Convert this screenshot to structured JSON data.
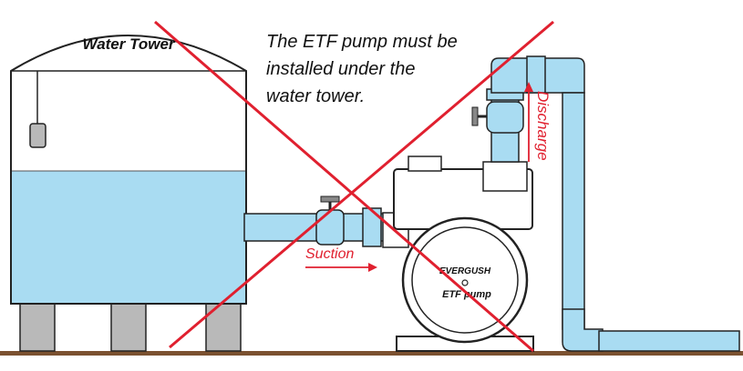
{
  "tower": {
    "title": "Water Tower"
  },
  "note": {
    "lines": [
      "The ETF pump must be",
      "installed under the",
      "water tower."
    ]
  },
  "labels": {
    "suction": "Suction",
    "discharge": "Discharge"
  },
  "pump": {
    "brand": "EVERGUSH",
    "model": "ETF pump"
  },
  "colors": {
    "water": "#a9dcf2",
    "pipe": "#a9dcf2",
    "outline": "#222222",
    "ground": "#7b5130",
    "support": "#b9b9b9",
    "cross": "#e0202f",
    "label_red": "#e0202f"
  }
}
